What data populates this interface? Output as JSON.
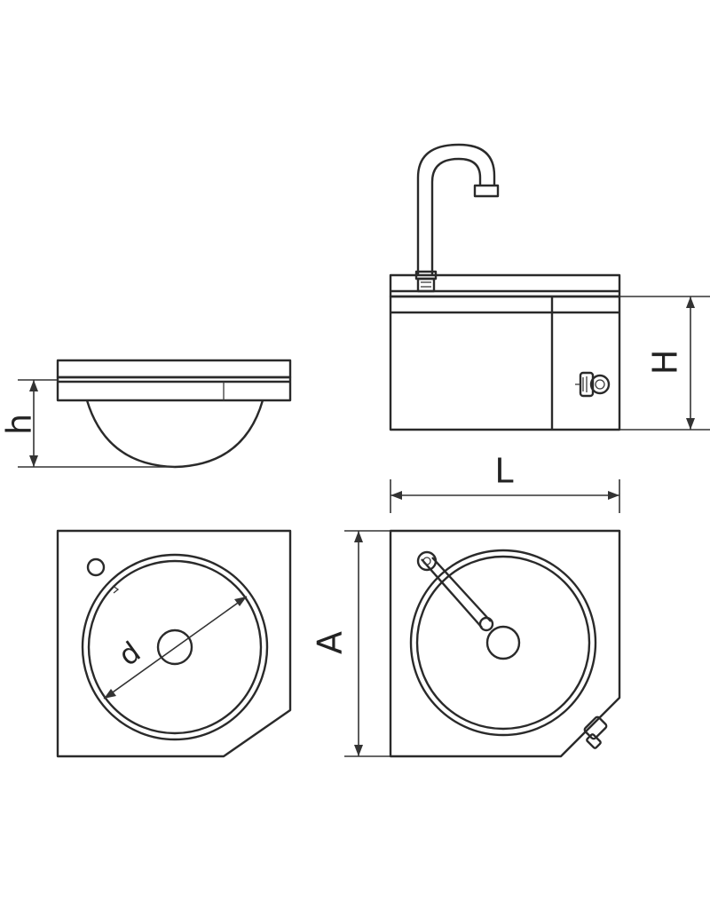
{
  "labels": {
    "h": "h",
    "H": "H",
    "L": "L",
    "A": "A",
    "d": "d"
  },
  "colors": {
    "line": "#2a2a2a",
    "background": "#ffffff"
  }
}
